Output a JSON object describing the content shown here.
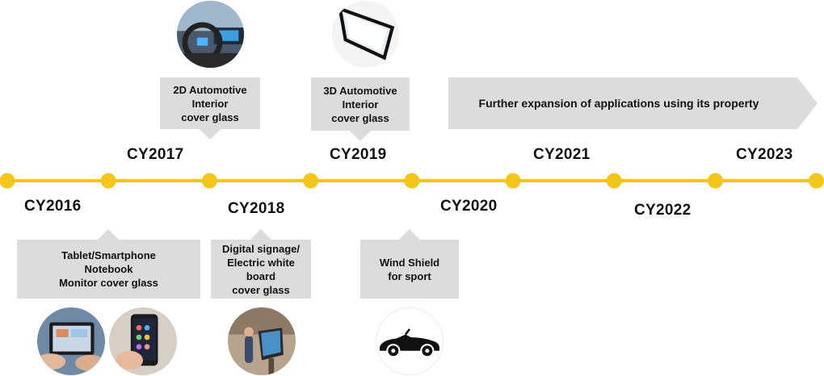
{
  "timeline": {
    "line_color": "#f5c518",
    "years": [
      {
        "label": "CY2016",
        "position": "below"
      },
      {
        "label": "CY2017",
        "position": "above"
      },
      {
        "label": "CY2018",
        "position": "below"
      },
      {
        "label": "CY2019",
        "position": "above"
      },
      {
        "label": "CY2020",
        "position": "below"
      },
      {
        "label": "CY2021",
        "position": "above"
      },
      {
        "label": "CY2022",
        "position": "below"
      },
      {
        "label": "CY2023",
        "position": "above"
      }
    ]
  },
  "callouts": {
    "tablet": "Tablet/Smartphone\nNotebook\nMonitor cover glass",
    "auto2d": "2D Automotive\nInterior\ncover glass",
    "signage": "Digital signage/\nElectric white\nboard\ncover glass",
    "auto3d": "3D Automotive\nInterior\ncover glass",
    "windshield": "Wind Shield\nfor sport"
  },
  "expansion_arrow": {
    "label": "Further expansion of applications using its property",
    "color": "#dcdcdc"
  },
  "photos": {
    "tablet": "tablet-photo",
    "smartphone": "smartphone-photo",
    "car_interior": "car-interior-photo",
    "curved_glass": "curved-glass-photo",
    "signage": "digital-signage-photo",
    "car": "convertible-car-icon"
  }
}
